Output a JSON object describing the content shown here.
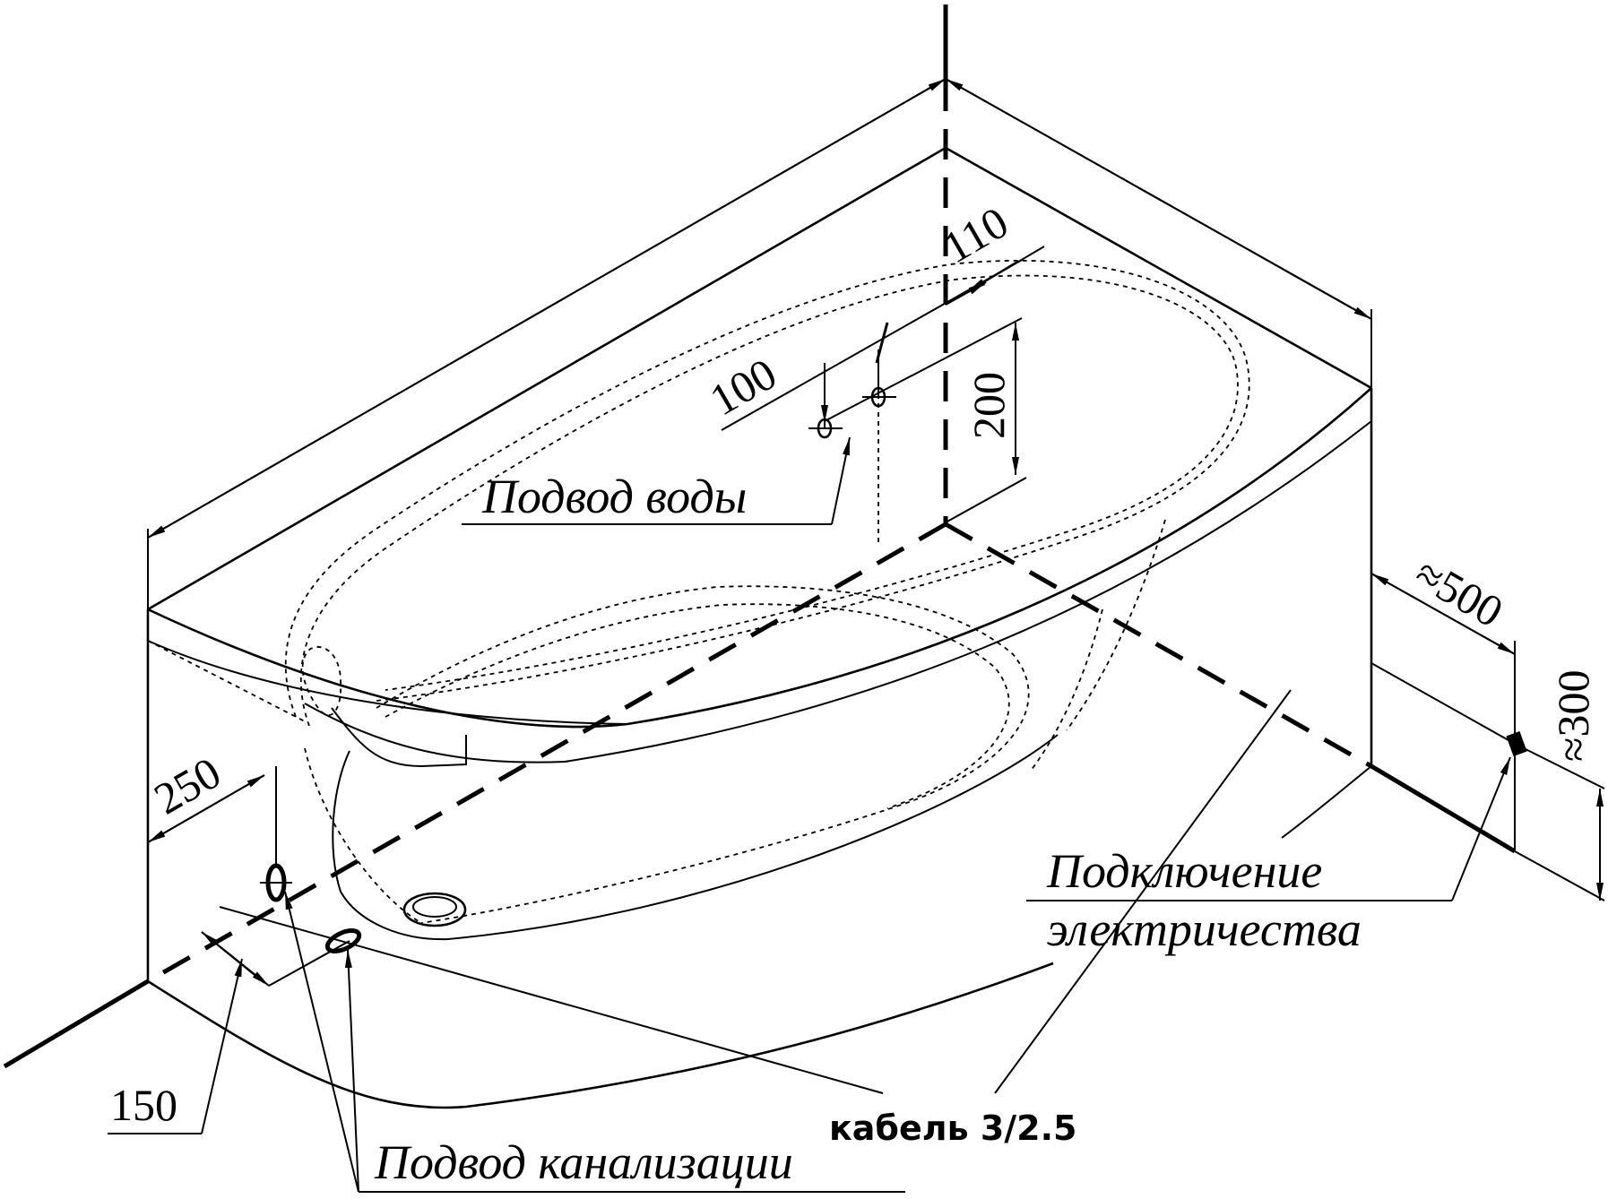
{
  "dimensions": {
    "d110": "110",
    "d100": "100",
    "d200": "200",
    "d500": "≈500",
    "d300": "≈300",
    "d250": "250",
    "d150": "150"
  },
  "labels": {
    "water_supply": "Подвод воды",
    "electricity_line1": "Подключение",
    "electricity_line2": "электричества",
    "cable": "кабель 3/2.5",
    "sewer_supply": "Подвод канализации"
  }
}
